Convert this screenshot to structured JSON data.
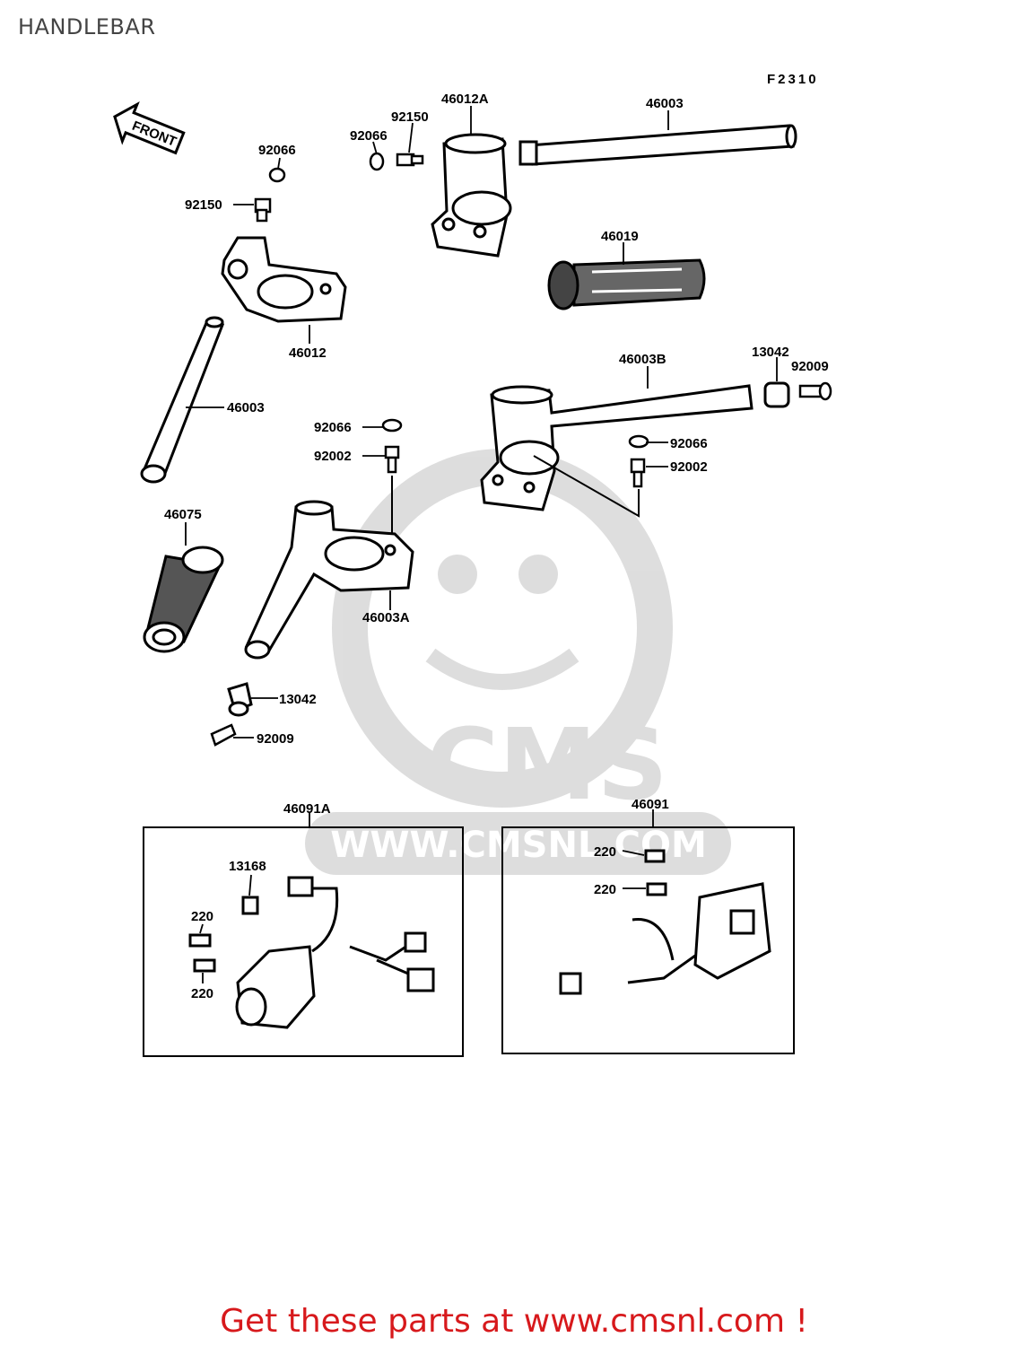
{
  "header": {
    "title": "HANDLEBAR"
  },
  "figure_code": "F2310",
  "front_label": "FRONT",
  "watermark": {
    "logo_text": "CMS",
    "site_text": "WWW.CMSNL.COM"
  },
  "parts": {
    "p_46012A": "46012A",
    "p_46003_top": "46003",
    "p_92150_top": "92150",
    "p_92066_top": "92066",
    "p_92066_left": "92066",
    "p_92150_left": "92150",
    "p_46019": "46019",
    "p_46012": "46012",
    "p_46003_left": "46003",
    "p_46003B": "46003B",
    "p_13042_right": "13042",
    "p_92009_right": "92009",
    "p_92066_mid": "92066",
    "p_92002_mid": "92002",
    "p_92066_right": "92066",
    "p_92002_right": "92002",
    "p_46075": "46075",
    "p_46003A": "46003A",
    "p_13042_left": "13042",
    "p_92009_left": "92009",
    "p_46091A": "46091A",
    "p_13168": "13168",
    "p_220_a": "220",
    "p_220_b": "220",
    "p_46091": "46091",
    "p_220_c": "220",
    "p_220_d": "220"
  },
  "footer": {
    "text": "Get these parts at www.cmsnl.com !"
  }
}
